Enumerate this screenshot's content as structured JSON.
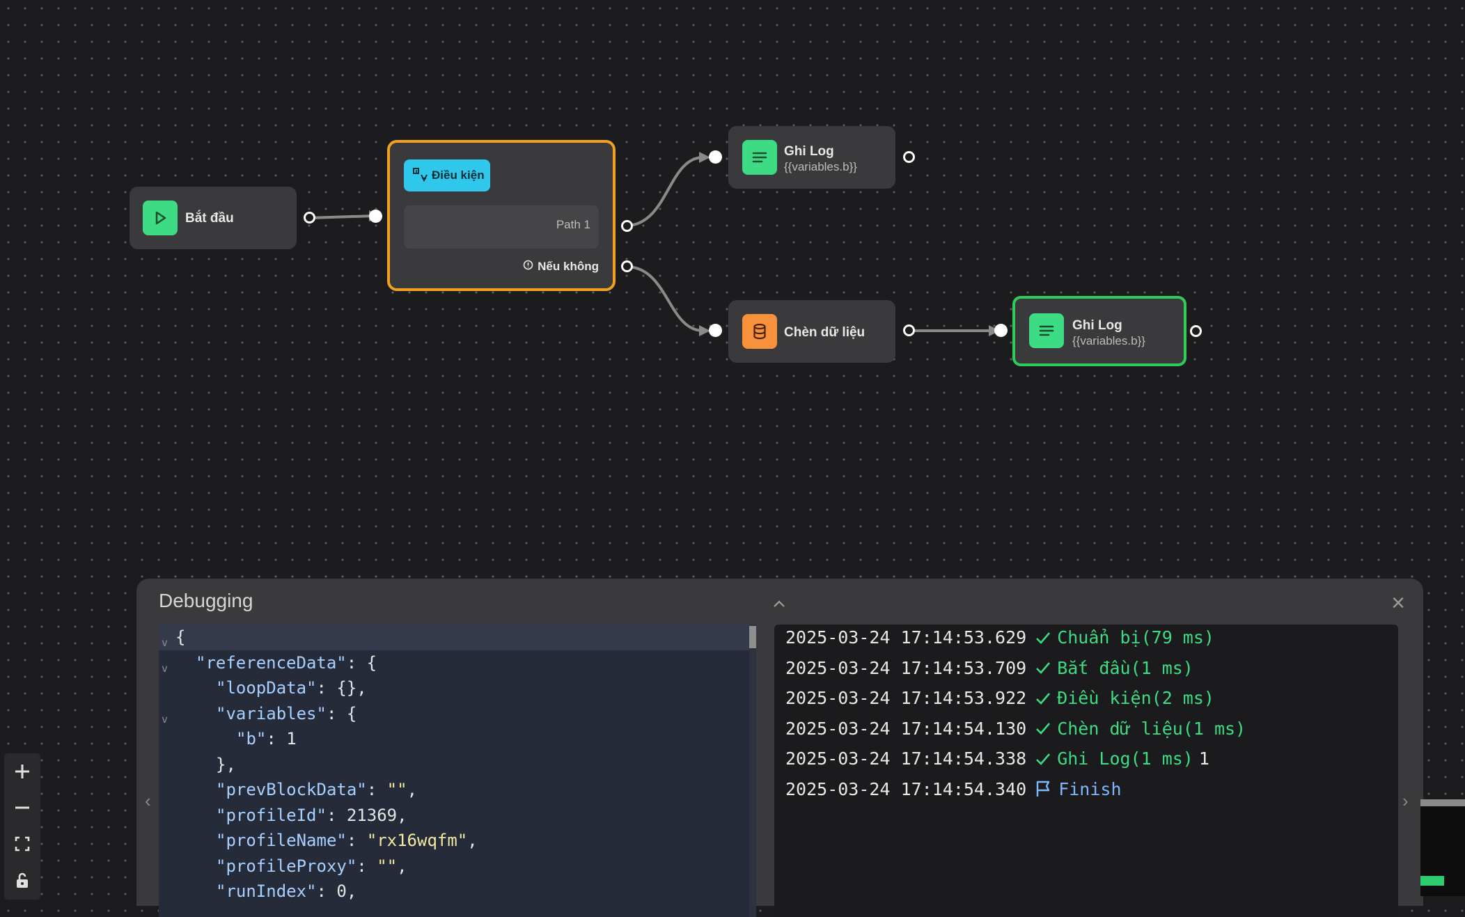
{
  "nodes": {
    "start": {
      "title": "Bắt đầu",
      "icon": "play-icon"
    },
    "condition": {
      "tag": "Điều kiện",
      "icon": "condition-icon",
      "path_label": "Path 1",
      "else_label": "Nếu không"
    },
    "log1": {
      "title": "Ghi Log",
      "sub": "{{variables.b}}",
      "icon": "lines-icon"
    },
    "insert": {
      "title": "Chèn dữ liệu",
      "icon": "database-icon"
    },
    "log2": {
      "title": "Ghi Log",
      "sub": "{{variables.b}}",
      "icon": "lines-icon"
    }
  },
  "colors": {
    "green": "#3ddc84",
    "orange": "#f7913c",
    "cyan": "#2fc7ec",
    "condition_border": "#f2a01e",
    "active_border": "#2ecc5a"
  },
  "debug": {
    "title": "Debugging",
    "close_icon": "×",
    "json_lines": [
      {
        "fold": "v",
        "indent": 0,
        "parts": [
          [
            "p",
            "{"
          ]
        ]
      },
      {
        "fold": "v",
        "indent": 1,
        "parts": [
          [
            "k",
            "\"referenceData\""
          ],
          [
            "p",
            ": {"
          ]
        ]
      },
      {
        "fold": "",
        "indent": 2,
        "parts": [
          [
            "k",
            "\"loopData\""
          ],
          [
            "p",
            ": {},"
          ]
        ]
      },
      {
        "fold": "v",
        "indent": 2,
        "parts": [
          [
            "k",
            "\"variables\""
          ],
          [
            "p",
            ": {"
          ]
        ]
      },
      {
        "fold": "",
        "indent": 3,
        "parts": [
          [
            "k",
            "\"b\""
          ],
          [
            "p",
            ": 1"
          ]
        ]
      },
      {
        "fold": "",
        "indent": 2,
        "parts": [
          [
            "p",
            "},"
          ]
        ]
      },
      {
        "fold": "",
        "indent": 2,
        "parts": [
          [
            "k",
            "\"prevBlockData\""
          ],
          [
            "p",
            ": "
          ],
          [
            "s",
            "\"\""
          ],
          [
            "p",
            ","
          ]
        ]
      },
      {
        "fold": "",
        "indent": 2,
        "parts": [
          [
            "k",
            "\"profileId\""
          ],
          [
            "p",
            ": 21369,"
          ]
        ]
      },
      {
        "fold": "",
        "indent": 2,
        "parts": [
          [
            "k",
            "\"profileName\""
          ],
          [
            "p",
            ": "
          ],
          [
            "s",
            "\"rx16wqfm\""
          ],
          [
            "p",
            ","
          ]
        ]
      },
      {
        "fold": "",
        "indent": 2,
        "parts": [
          [
            "k",
            "\"profileProxy\""
          ],
          [
            "p",
            ": "
          ],
          [
            "s",
            "\"\""
          ],
          [
            "p",
            ","
          ]
        ]
      },
      {
        "fold": "",
        "indent": 2,
        "parts": [
          [
            "k",
            "\"runIndex\""
          ],
          [
            "p",
            ": 0,"
          ]
        ]
      }
    ],
    "logs": [
      {
        "ts": "2025-03-24 17:14:53.629",
        "status": "ok",
        "text": "Chuẩn bị(79 ms)",
        "extra": ""
      },
      {
        "ts": "2025-03-24 17:14:53.709",
        "status": "ok",
        "text": "Bắt đầu(1 ms)",
        "extra": ""
      },
      {
        "ts": "2025-03-24 17:14:53.922",
        "status": "ok",
        "text": "Điều kiện(2 ms)",
        "extra": ""
      },
      {
        "ts": "2025-03-24 17:14:54.130",
        "status": "ok",
        "text": "Chèn dữ liệu(1 ms)",
        "extra": ""
      },
      {
        "ts": "2025-03-24 17:14:54.338",
        "status": "ok",
        "text": "Ghi Log(1 ms)",
        "extra": "1"
      },
      {
        "ts": "2025-03-24 17:14:54.340",
        "status": "finish",
        "text": "Finish",
        "extra": ""
      }
    ]
  },
  "controls": {
    "zoom_in_icon": "plus-icon",
    "zoom_out_icon": "minus-icon",
    "fit_icon": "fit-view-icon",
    "lock_icon": "lock-icon"
  }
}
